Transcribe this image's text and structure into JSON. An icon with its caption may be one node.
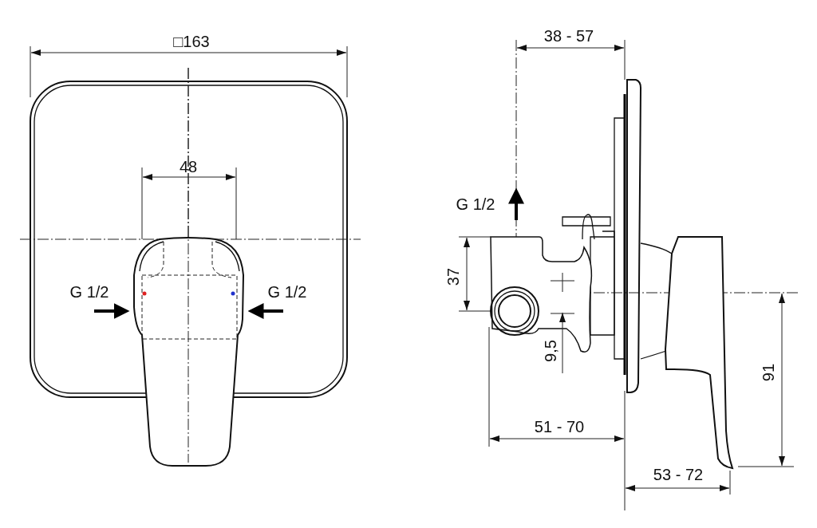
{
  "diagram": {
    "labels": [
      "□163",
      "48",
      "G 1/2",
      "G 1/2",
      "G 1/2",
      "38 - 57",
      "37",
      "9,5",
      "51 - 70",
      "53 - 72",
      "91"
    ]
  }
}
